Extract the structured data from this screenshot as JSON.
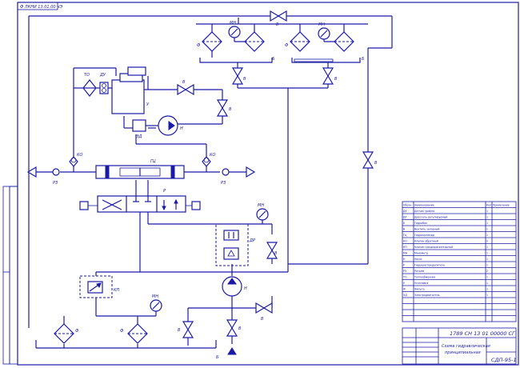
{
  "header_code": "Ф ЛКНИ 13.01.00 ЧЭ",
  "labels": {
    "filter_left_top": "Ф",
    "filter_right_top": "Ф",
    "gauge_mid_top": "МН",
    "gauge_right_top": "МН",
    "tank_left_top": "Б",
    "tank_right_top": "Б",
    "valve_top": "В",
    "valve_vent_left": "В",
    "valve_vent_right": "В",
    "valve_mid": "В",
    "valve_line": "В",
    "valve_right_vertical": "В",
    "cooler": "ТО",
    "sensor": "ДУ",
    "motor_unit": "У",
    "drive": "ЭД",
    "pump_upper": "Н",
    "check_left": "КО",
    "check_right": "КО",
    "coupling_left": "РЗ",
    "coupling_right": "РЗ",
    "cylinder": "ГЦ",
    "distributor": "Р",
    "gauge_mid": "МН",
    "throttle_block": "ДР",
    "valve_throttle": "В",
    "relief_valve": "КП",
    "gauge_lower": "МН",
    "pump_lower": "Н",
    "valve_lower_left": "В",
    "valve_lower_mid": "В",
    "valve_lower_right": "В",
    "filter_lower_left": "Ф",
    "filter_lower_mid": "Ф",
    "tank_lower": "Б"
  },
  "spec_table": {
    "headers": [
      "Обозн.",
      "Наименование",
      "Кол.",
      "Примечание"
    ],
    "rows": [
      {
        "pos": "ДУ",
        "name": "Датчик уровня",
        "qty": "1",
        "note": ""
      },
      {
        "pos": "ДР",
        "name": "Дроссель регулируемый",
        "qty": "1",
        "note": ""
      },
      {
        "pos": "Б",
        "name": "Гидробак",
        "qty": "1",
        "note": ""
      },
      {
        "pos": "В",
        "name": "Вентиль запорный",
        "qty": "1",
        "note": ""
      },
      {
        "pos": "ГЦ",
        "name": "Гидроцилиндр",
        "qty": "1",
        "note": ""
      },
      {
        "pos": "КО",
        "name": "Клапан обратный",
        "qty": "2",
        "note": ""
      },
      {
        "pos": "КП",
        "name": "Клапан предохранительный",
        "qty": "1",
        "note": ""
      },
      {
        "pos": "МН",
        "name": "Манометр",
        "qty": "1",
        "note": ""
      },
      {
        "pos": "Н",
        "name": "Насос",
        "qty": "1",
        "note": ""
      },
      {
        "pos": "Р",
        "name": "Гидрораспределитель",
        "qty": "1",
        "note": ""
      },
      {
        "pos": "РЗ",
        "name": "Разъём",
        "qty": "2",
        "note": ""
      },
      {
        "pos": "ТО",
        "name": "Теплообменник",
        "qty": "1",
        "note": ""
      },
      {
        "pos": "У",
        "name": "Установка",
        "qty": "1",
        "note": ""
      },
      {
        "pos": "Ф",
        "name": "Фильтр",
        "qty": "1",
        "note": ""
      },
      {
        "pos": "ЭД",
        "name": "Электродвигатель",
        "qty": "1",
        "note": ""
      },
      {
        "pos": "",
        "name": "",
        "qty": "",
        "note": ""
      },
      {
        "pos": "",
        "name": "",
        "qty": "",
        "note": ""
      },
      {
        "pos": "",
        "name": "",
        "qty": "",
        "note": ""
      },
      {
        "pos": "",
        "name": "",
        "qty": "",
        "note": ""
      }
    ]
  },
  "title_block": {
    "doc_code": "1789 СН 13 01 00000 СГ",
    "title_line1": "Схема гидравлическая",
    "title_line2": "принципиальная",
    "group": "СДП-95-1"
  }
}
